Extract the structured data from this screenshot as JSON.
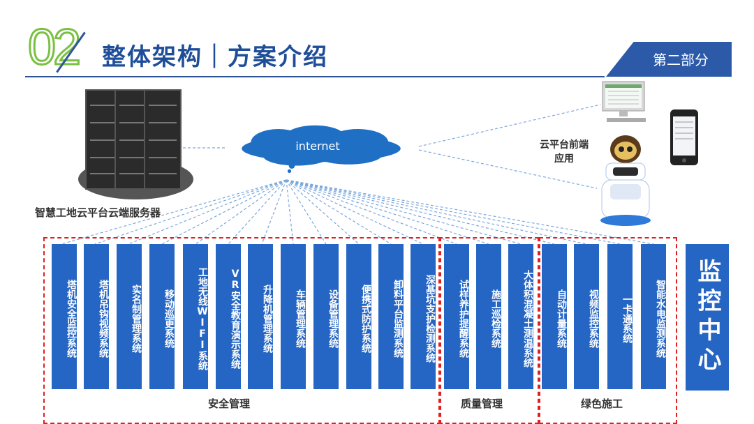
{
  "header": {
    "number": "02",
    "title": "整体架构｜方案介绍",
    "section_badge": "第二部分"
  },
  "diagram": {
    "server_label": "智慧工地云平台云端服务器",
    "cloud_label": "internet",
    "front_label_line1": "云平台前端",
    "front_label_line2": "应用"
  },
  "systems": [
    "塔机安全监控系统",
    "塔机吊钩视频系统",
    "实名制管理系统",
    "移动巡更系统",
    "工地无线WIFI系统",
    "VR安全教育演示系统",
    "升降机管理系统",
    "车辆管理系统",
    "设备管理系统",
    "便携式防护系统",
    "卸料平台监测系统",
    "深基坑支护检测系统",
    "试样养护提醒系统",
    "施工巡检系统",
    "大体积混凝土测温系统",
    "自动计量系统",
    "视频监控系统",
    "一卡通系统",
    "智能水电监测系统"
  ],
  "groups": {
    "safety": "安全管理",
    "quality": "质量管理",
    "green": "绿色施工"
  },
  "monitor_center": "监控中心",
  "colors": {
    "accent_blue": "#2566c4",
    "title_blue": "#1f4e99",
    "number_green": "#7ac043",
    "dashed_red": "#e02020"
  }
}
